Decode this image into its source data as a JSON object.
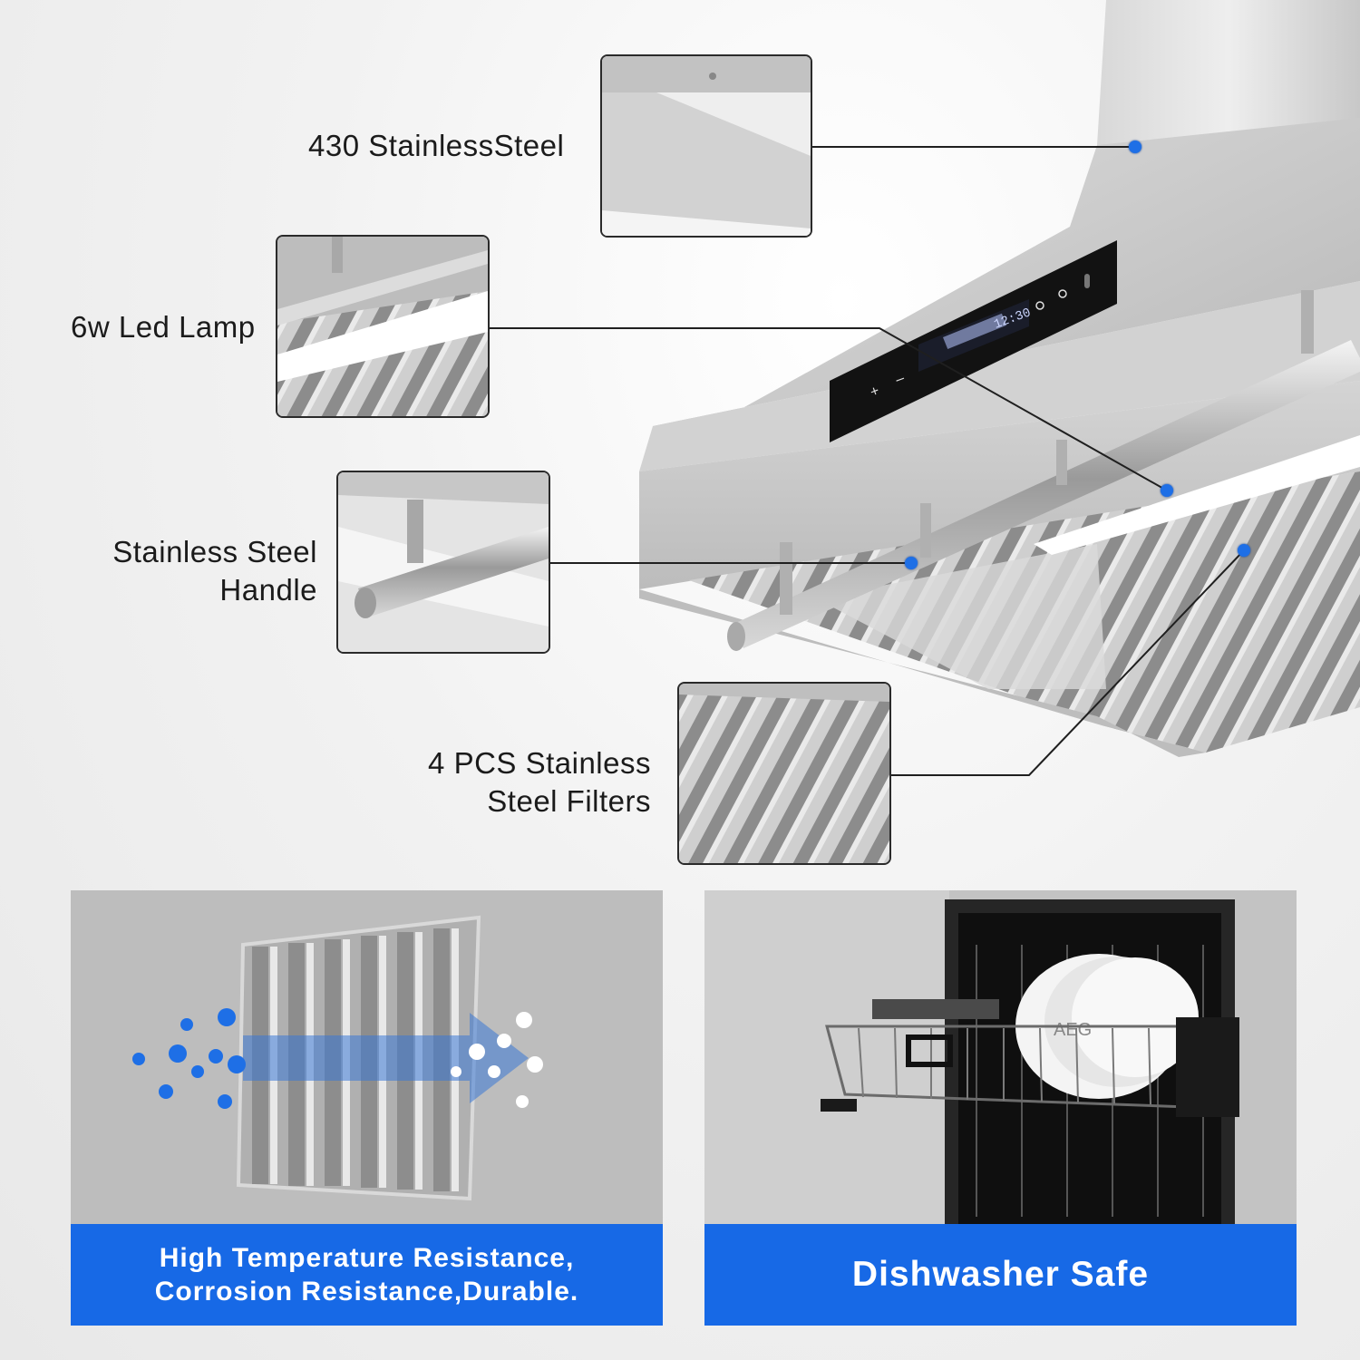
{
  "callouts": {
    "steel": {
      "text": "430 StainlessSteel"
    },
    "lamp": {
      "text": "6w Led Lamp"
    },
    "handle": {
      "line1": "Stainless Steel",
      "line2": "Handle"
    },
    "filters": {
      "line1": "4 PCS Stainless",
      "line2": "Steel Filters"
    }
  },
  "control_panel": {
    "display": "12:30"
  },
  "dishwasher_brand": "AEG",
  "panels": {
    "left": {
      "line1": "High Temperature Resistance,",
      "line2": "Corrosion Resistance,Durable."
    },
    "right": {
      "text": "Dishwasher Safe"
    }
  },
  "colors": {
    "accent": "#1769e6",
    "dot": "#1e6fe6",
    "steel": "#c9c9c9"
  }
}
